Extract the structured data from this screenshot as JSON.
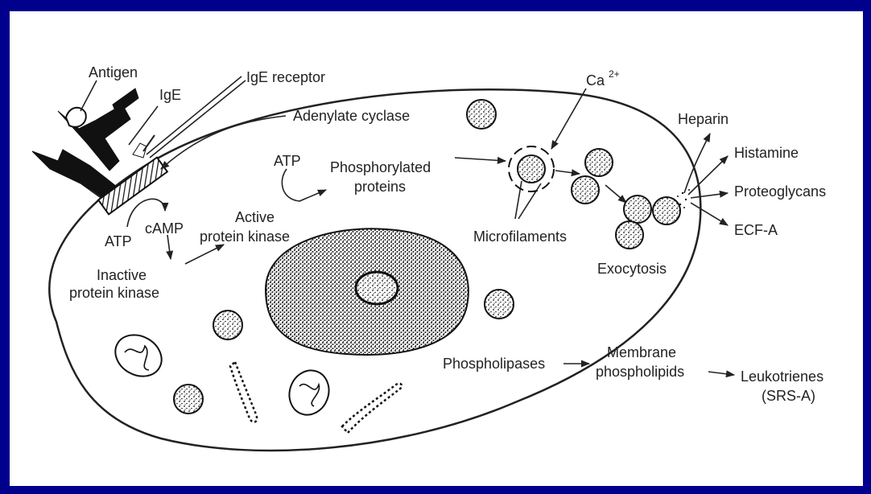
{
  "labels": {
    "antigen": "Antigen",
    "ige": "IgE",
    "ige_receptor": "IgE receptor",
    "adenylate_cyclase": "Adenylate cyclase",
    "atp_top": "ATP",
    "phosphorylated_1": "Phosphorylated",
    "phosphorylated_2": "proteins",
    "ca": "Ca",
    "ca_sup": "2+",
    "heparin": "Heparin",
    "histamine": "Histamine",
    "proteoglycans": "Proteoglycans",
    "ecfa": "ECF-A",
    "atp_left": "ATP",
    "camp": "cAMP",
    "active_1": "Active",
    "active_2": "protein kinase",
    "microfilaments": "Microfilaments",
    "exocytosis": "Exocytosis",
    "inactive_1": "Inactive",
    "inactive_2": "protein kinase",
    "phospholipases": "Phospholipases",
    "membrane_1": "Membrane",
    "membrane_2": "phospholipids",
    "leukotrienes_1": "Leukotrienes",
    "leukotrienes_2": "(SRS-A)"
  },
  "colors": {
    "frame": "#00008c",
    "panel": "#ffffff",
    "ink": "#222222"
  }
}
